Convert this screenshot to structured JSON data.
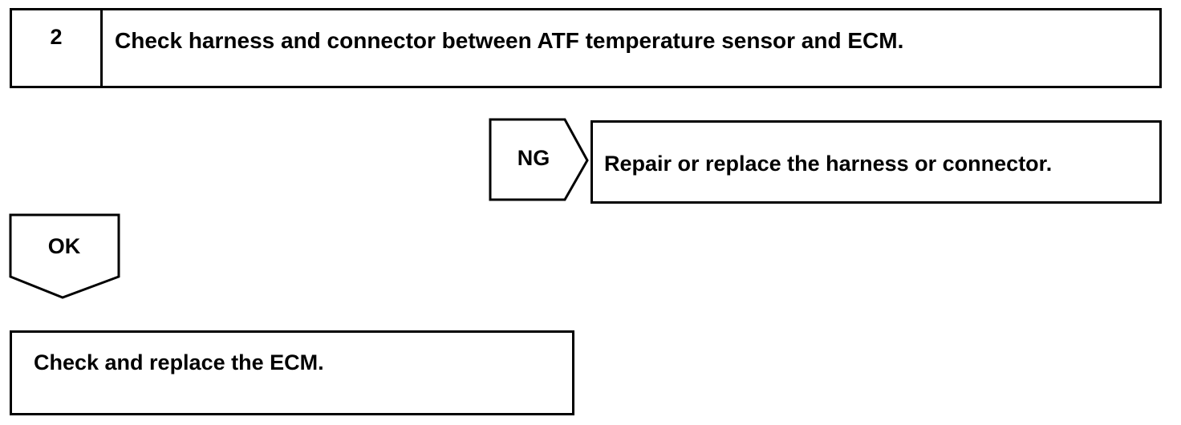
{
  "step": {
    "number": "2",
    "title": "Check harness and connector between ATF temperature sensor and ECM."
  },
  "ng_branch": {
    "label": "NG",
    "action": "Repair or replace the harness or connector."
  },
  "ok_branch": {
    "label": "OK",
    "action": "Check and replace the ECM."
  }
}
